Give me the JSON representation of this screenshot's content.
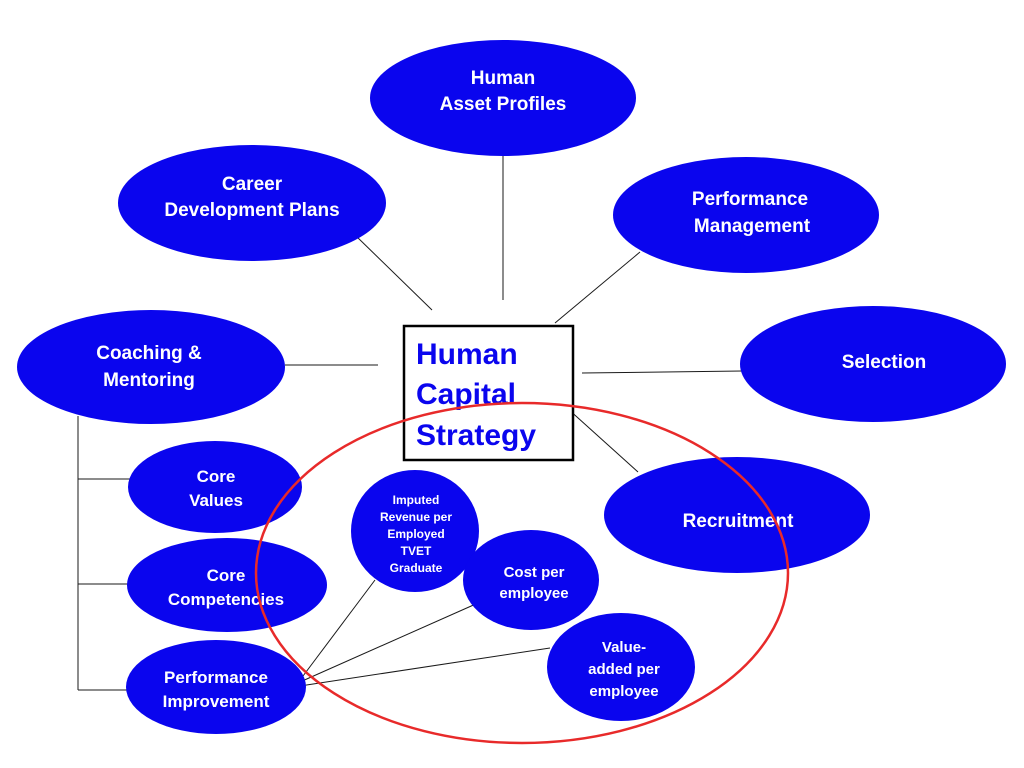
{
  "center": {
    "lines": [
      "Human",
      "Capital",
      "Strategy"
    ]
  },
  "nodes": {
    "human_asset_profiles": {
      "lines": [
        "Human",
        "Asset Profiles"
      ]
    },
    "career_development_plans": {
      "lines": [
        "Career",
        "Development Plans"
      ]
    },
    "performance_management": {
      "lines": [
        "Performance",
        "Management"
      ]
    },
    "coaching_mentoring": {
      "lines": [
        "Coaching &",
        "Mentoring"
      ]
    },
    "selection": {
      "lines": [
        "Selection"
      ]
    },
    "recruitment": {
      "lines": [
        "Recruitment"
      ]
    },
    "core_values": {
      "lines": [
        "Core",
        "Values"
      ]
    },
    "core_competencies": {
      "lines": [
        "Core",
        "Competencies"
      ]
    },
    "performance_improvement": {
      "lines": [
        "Performance",
        "Improvement"
      ]
    },
    "imputed_revenue": {
      "lines": [
        "Imputed",
        "Revenue per",
        "Employed",
        "TVET",
        "Graduate"
      ]
    },
    "cost_per_employee": {
      "lines": [
        "Cost per",
        "employee"
      ]
    },
    "value_added": {
      "lines": [
        "Value-",
        "added per",
        "employee"
      ]
    }
  },
  "colors": {
    "node_fill": "#0a05ee",
    "node_text": "#ffffff",
    "center_text": "#0a05ee",
    "highlight_ring": "#e82a2a",
    "connector": "#1a1a1a"
  }
}
